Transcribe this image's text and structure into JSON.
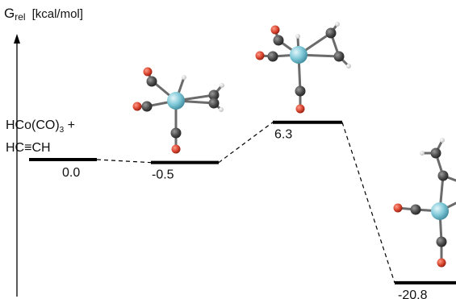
{
  "axis": {
    "symbol": "G",
    "subscript": "rel",
    "unit": "[kcal/mol]"
  },
  "reactants": {
    "line1_main": "HCo(CO)",
    "line1_sub": "3",
    "line1_tail": " +",
    "line2": "HC≡CH"
  },
  "levels": [
    {
      "energy": 0.0,
      "label": "0.0"
    },
    {
      "energy": -0.5,
      "label": "-0.5"
    },
    {
      "energy": 6.3,
      "label": "6.3"
    },
    {
      "energy": -20.8,
      "label": "-20.8"
    }
  ],
  "connector_style": "dashed",
  "colors": {
    "cobalt": "#7ec8d8",
    "carbon": "#555555",
    "oxygen": "#d8432e",
    "hydrogen": "#f2f2f2",
    "level": "#000000"
  },
  "molecule_icons": [
    "intermediate-1-structure-icon",
    "transition-state-structure-icon",
    "product-structure-icon"
  ]
}
